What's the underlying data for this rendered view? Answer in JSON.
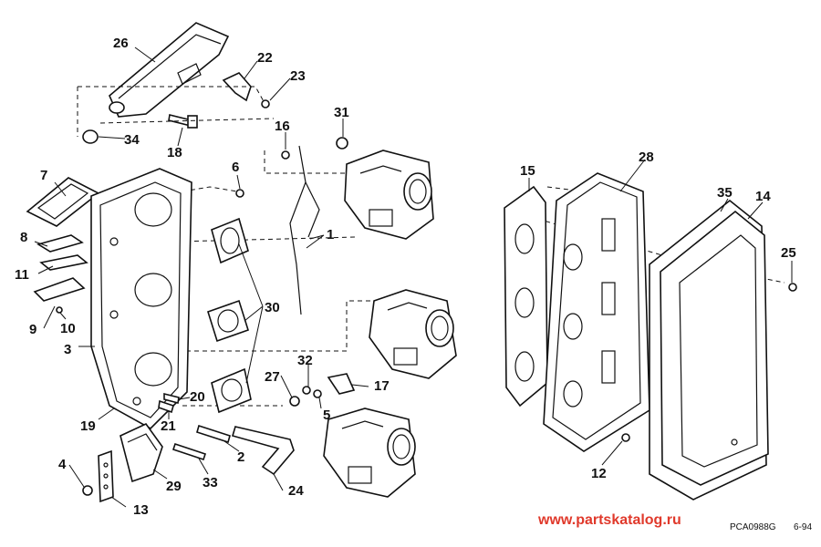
{
  "labels": {
    "p1": "1",
    "p2": "2",
    "p3": "3",
    "p4": "4",
    "p5": "5",
    "p6": "6",
    "p7": "7",
    "p8": "8",
    "p9": "9",
    "p10": "10",
    "p11": "11",
    "p12": "12",
    "p13": "13",
    "p14": "14",
    "p15": "15",
    "p16": "16",
    "p17": "17",
    "p18": "18",
    "p19": "19",
    "p20": "20",
    "p21": "21",
    "p22": "22",
    "p23": "23",
    "p24": "24",
    "p25": "25",
    "p26": "26",
    "p27": "27",
    "p28": "28",
    "p29": "29",
    "p30": "30",
    "p31": "31",
    "p32": "32",
    "p33": "33",
    "p34": "34",
    "p35": "35"
  },
  "footer": {
    "watermark": "www.partskatalog.ru",
    "code": "PCA0988G",
    "date": "6-94"
  }
}
